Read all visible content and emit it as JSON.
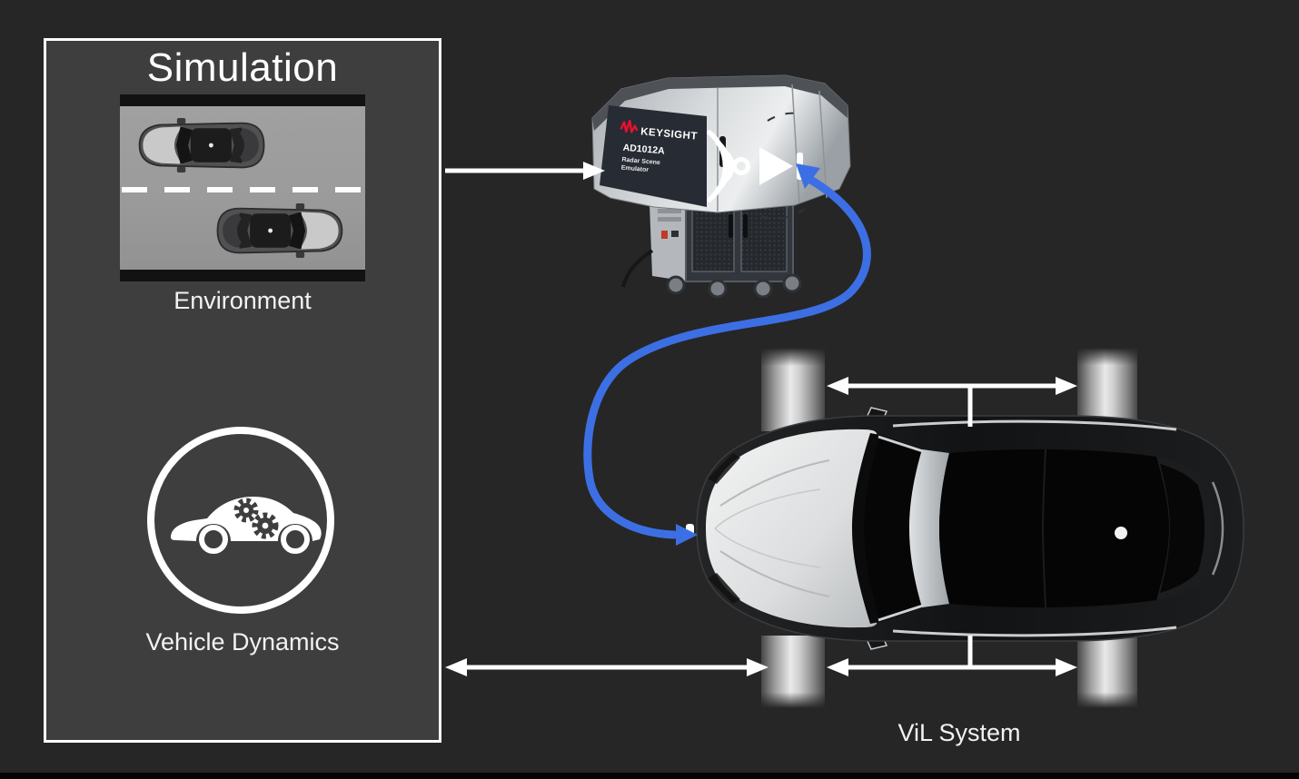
{
  "simulation": {
    "title": "Simulation",
    "environment_label": "Environment",
    "vehicle_dynamics_label": "Vehicle Dynamics"
  },
  "emulator": {
    "brand": "KEYSIGHT",
    "model": "AD1012A",
    "product_line1": "Radar Scene",
    "product_line2": "Emulator"
  },
  "vil_system_label": "ViL System",
  "colors": {
    "background": "#262626",
    "simulation_box_fill": "#3e3e3e",
    "white": "#ffffff",
    "accent_blue": "#3d6fe4",
    "keysight_red": "#e8112d"
  }
}
